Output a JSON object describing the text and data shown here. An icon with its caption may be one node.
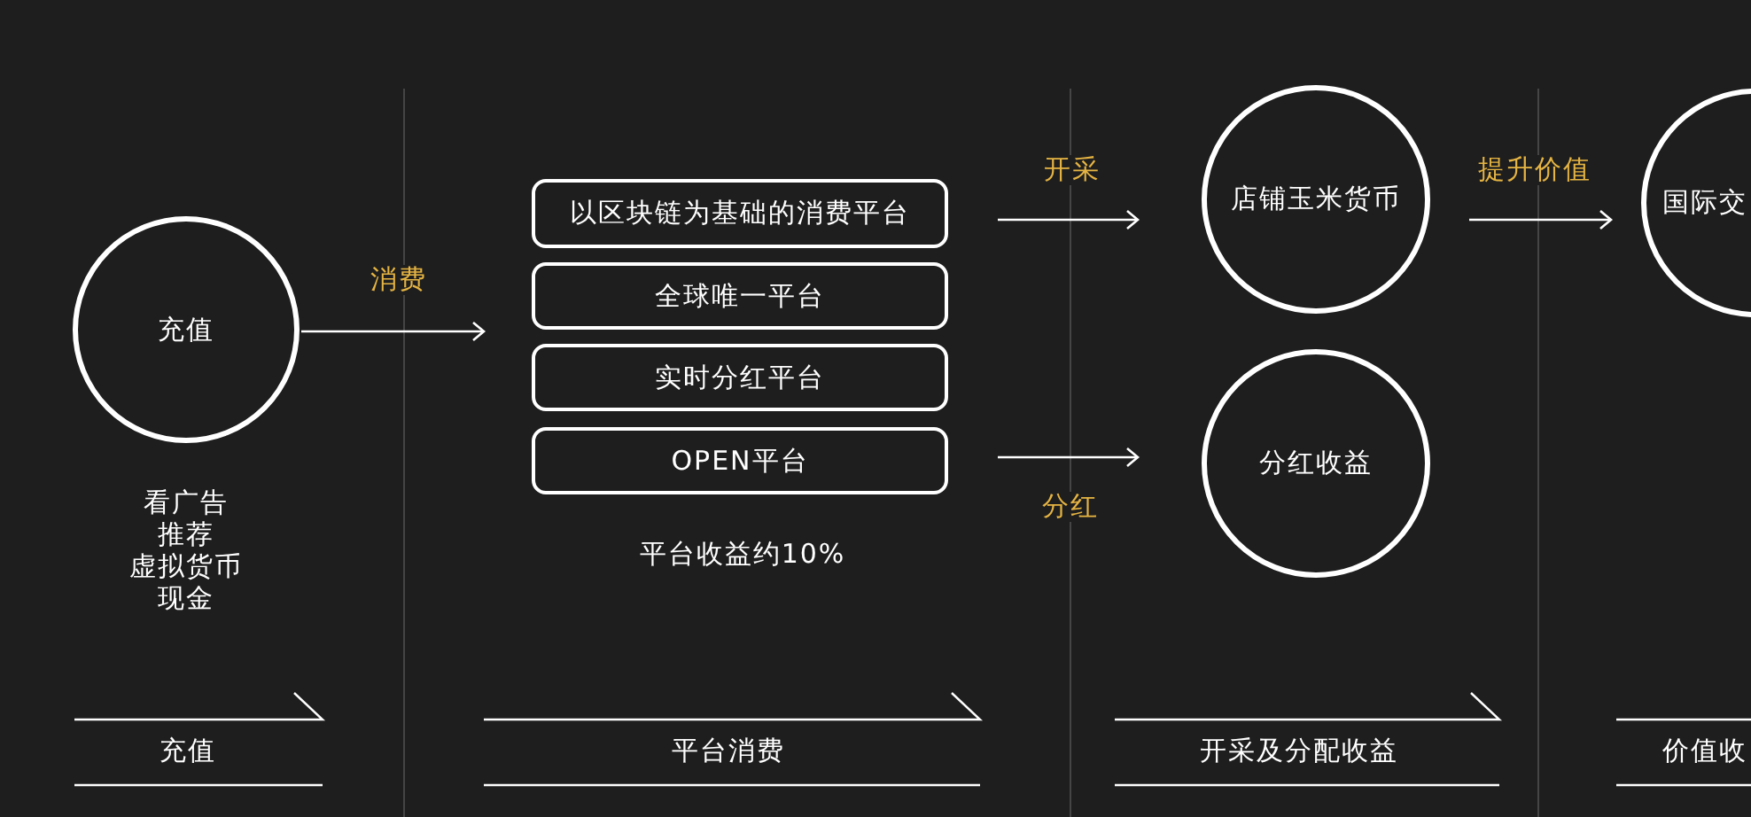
{
  "diagram": {
    "nodes": [
      {
        "text": [
          "充值"
        ],
        "beside": [
          "看广告",
          "推荐",
          "虚拟货币",
          "现金"
        ]
      },
      {
        "text": [
          "以区块链为基础的消费平台"
        ]
      },
      {
        "text": [
          "全球唯一平台"
        ]
      },
      {
        "text": [
          "实时分红平台"
        ]
      },
      {
        "text": [
          "OPEN平台"
        ]
      },
      {
        "text": [
          "店铺玉米货币"
        ]
      },
      {
        "text": [
          "分红收益"
        ]
      },
      {
        "text": [
          "国际交"
        ]
      }
    ],
    "edges": [
      {
        "from": 0,
        "to": null,
        "arrow": "to",
        "label": "消费"
      },
      {
        "from": 1,
        "to": 5,
        "arrow": "to",
        "label": "开采"
      },
      {
        "from": 4,
        "to": 6,
        "arrow": "to",
        "label": "分红"
      },
      {
        "from": 5,
        "to": 7,
        "arrow": "to",
        "label": "提升价值"
      }
    ],
    "labels": [
      "平台收益约10%",
      "充值",
      "平台消费",
      "开采及分配收益",
      "价值收"
    ]
  }
}
